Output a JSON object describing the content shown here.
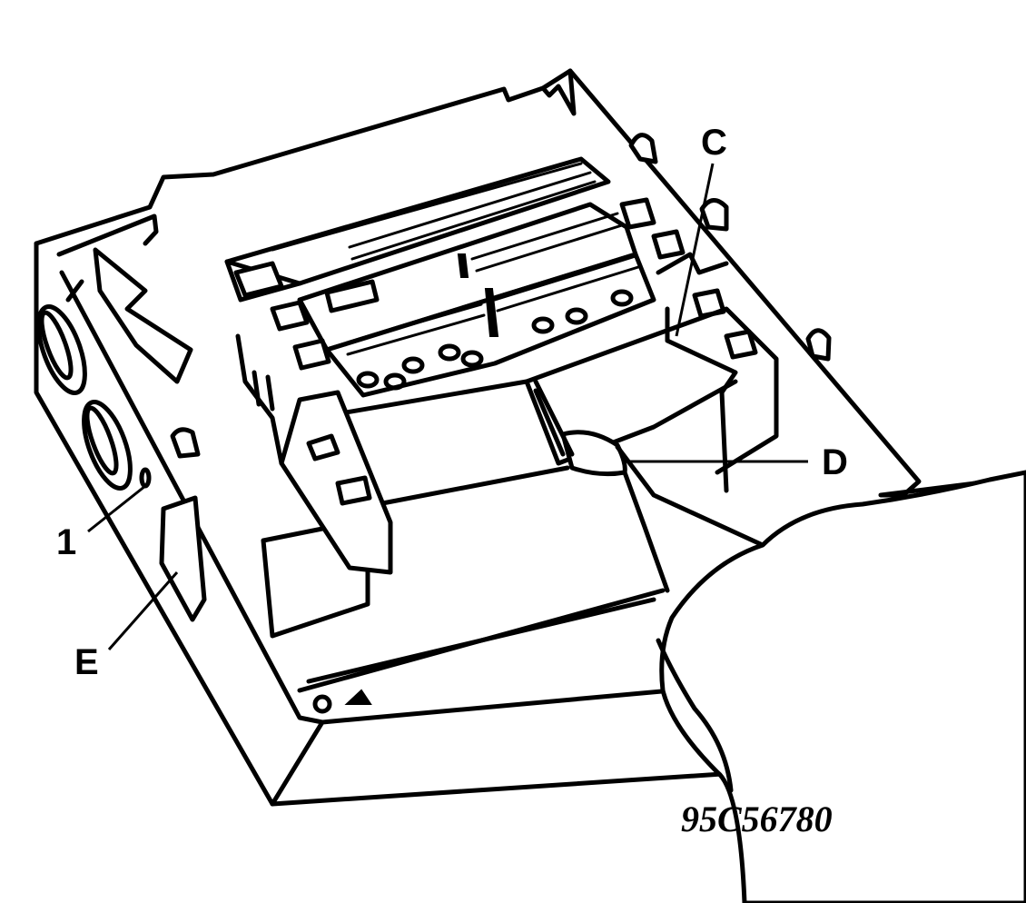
{
  "figure": {
    "figure_number": "95C56780",
    "callouts": {
      "c": "C",
      "d": "D",
      "one": "1",
      "e": "E"
    }
  }
}
